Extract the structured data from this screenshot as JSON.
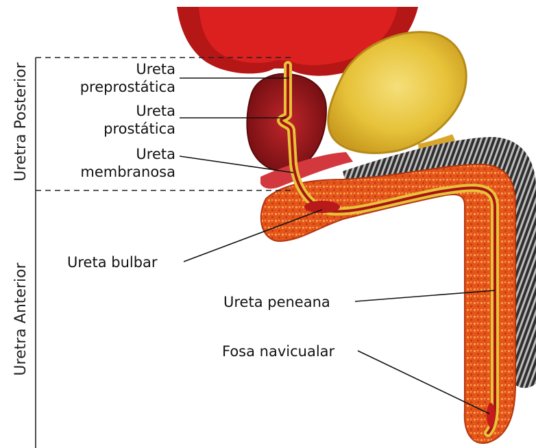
{
  "diagram": {
    "side_labels": {
      "posterior": "Uretra Posterior",
      "anterior": "Uretra Anterior"
    },
    "labels": [
      {
        "id": "preprostatica",
        "lines": [
          "Ureta",
          "preprostática"
        ]
      },
      {
        "id": "prostatica",
        "lines": [
          "Ureta",
          "prostática"
        ]
      },
      {
        "id": "membranosa",
        "lines": [
          "Ureta",
          "membranosa"
        ]
      },
      {
        "id": "bulbar",
        "lines": [
          "Ureta bulbar"
        ]
      },
      {
        "id": "peneana",
        "lines": [
          "Ureta peneana"
        ]
      },
      {
        "id": "navicular",
        "lines": [
          "Fosa navicualar"
        ]
      }
    ],
    "colors": {
      "bladder": "#d81f1f",
      "bladder_wall": "#b01313",
      "prostate": "#8e1414",
      "seminal_vesicle": "#e6c23a",
      "corpus": "#e85a1e",
      "corpus_dots": "#f7a04a",
      "urethra": "#f3d24a",
      "cavernosum_stripe": "#3a3a3a"
    }
  }
}
